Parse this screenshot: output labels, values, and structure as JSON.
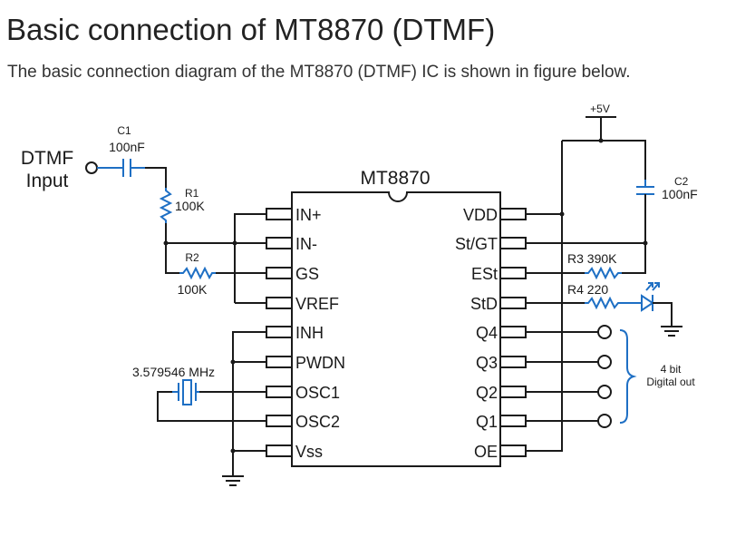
{
  "page": {
    "title": "Basic connection of MT8870 (DTMF)",
    "intro": "The basic connection diagram of the MT8870 (DTMF) IC is shown in figure below."
  },
  "diagram": {
    "ic_name": "MT8870",
    "left_pins": [
      "IN+",
      "IN-",
      "GS",
      "VREF",
      "INH",
      "PWDN",
      "OSC1",
      "OSC2",
      "Vss"
    ],
    "right_pins": [
      "VDD",
      "St/GT",
      "ESt",
      "StD",
      "Q4",
      "Q3",
      "Q2",
      "Q1",
      "OE"
    ],
    "input_label_line1": "DTMF",
    "input_label_line2": "Input",
    "c1_name": "C1",
    "c1_value": "100nF",
    "r1_name": "R1",
    "r1_value": "100K",
    "r2_name": "R2",
    "r2_value": "100K",
    "crystal_freq": "3.579546 MHz",
    "supply_label": "+5V",
    "c2_name": "C2",
    "c2_value": "100nF",
    "r3_label": "R3 390K",
    "r4_label": "R4 220",
    "output_label_line1": "4 bit",
    "output_label_line2": "Digital out",
    "colors": {
      "wire": "#1a1a1a",
      "component": "#1e6fc4"
    }
  }
}
